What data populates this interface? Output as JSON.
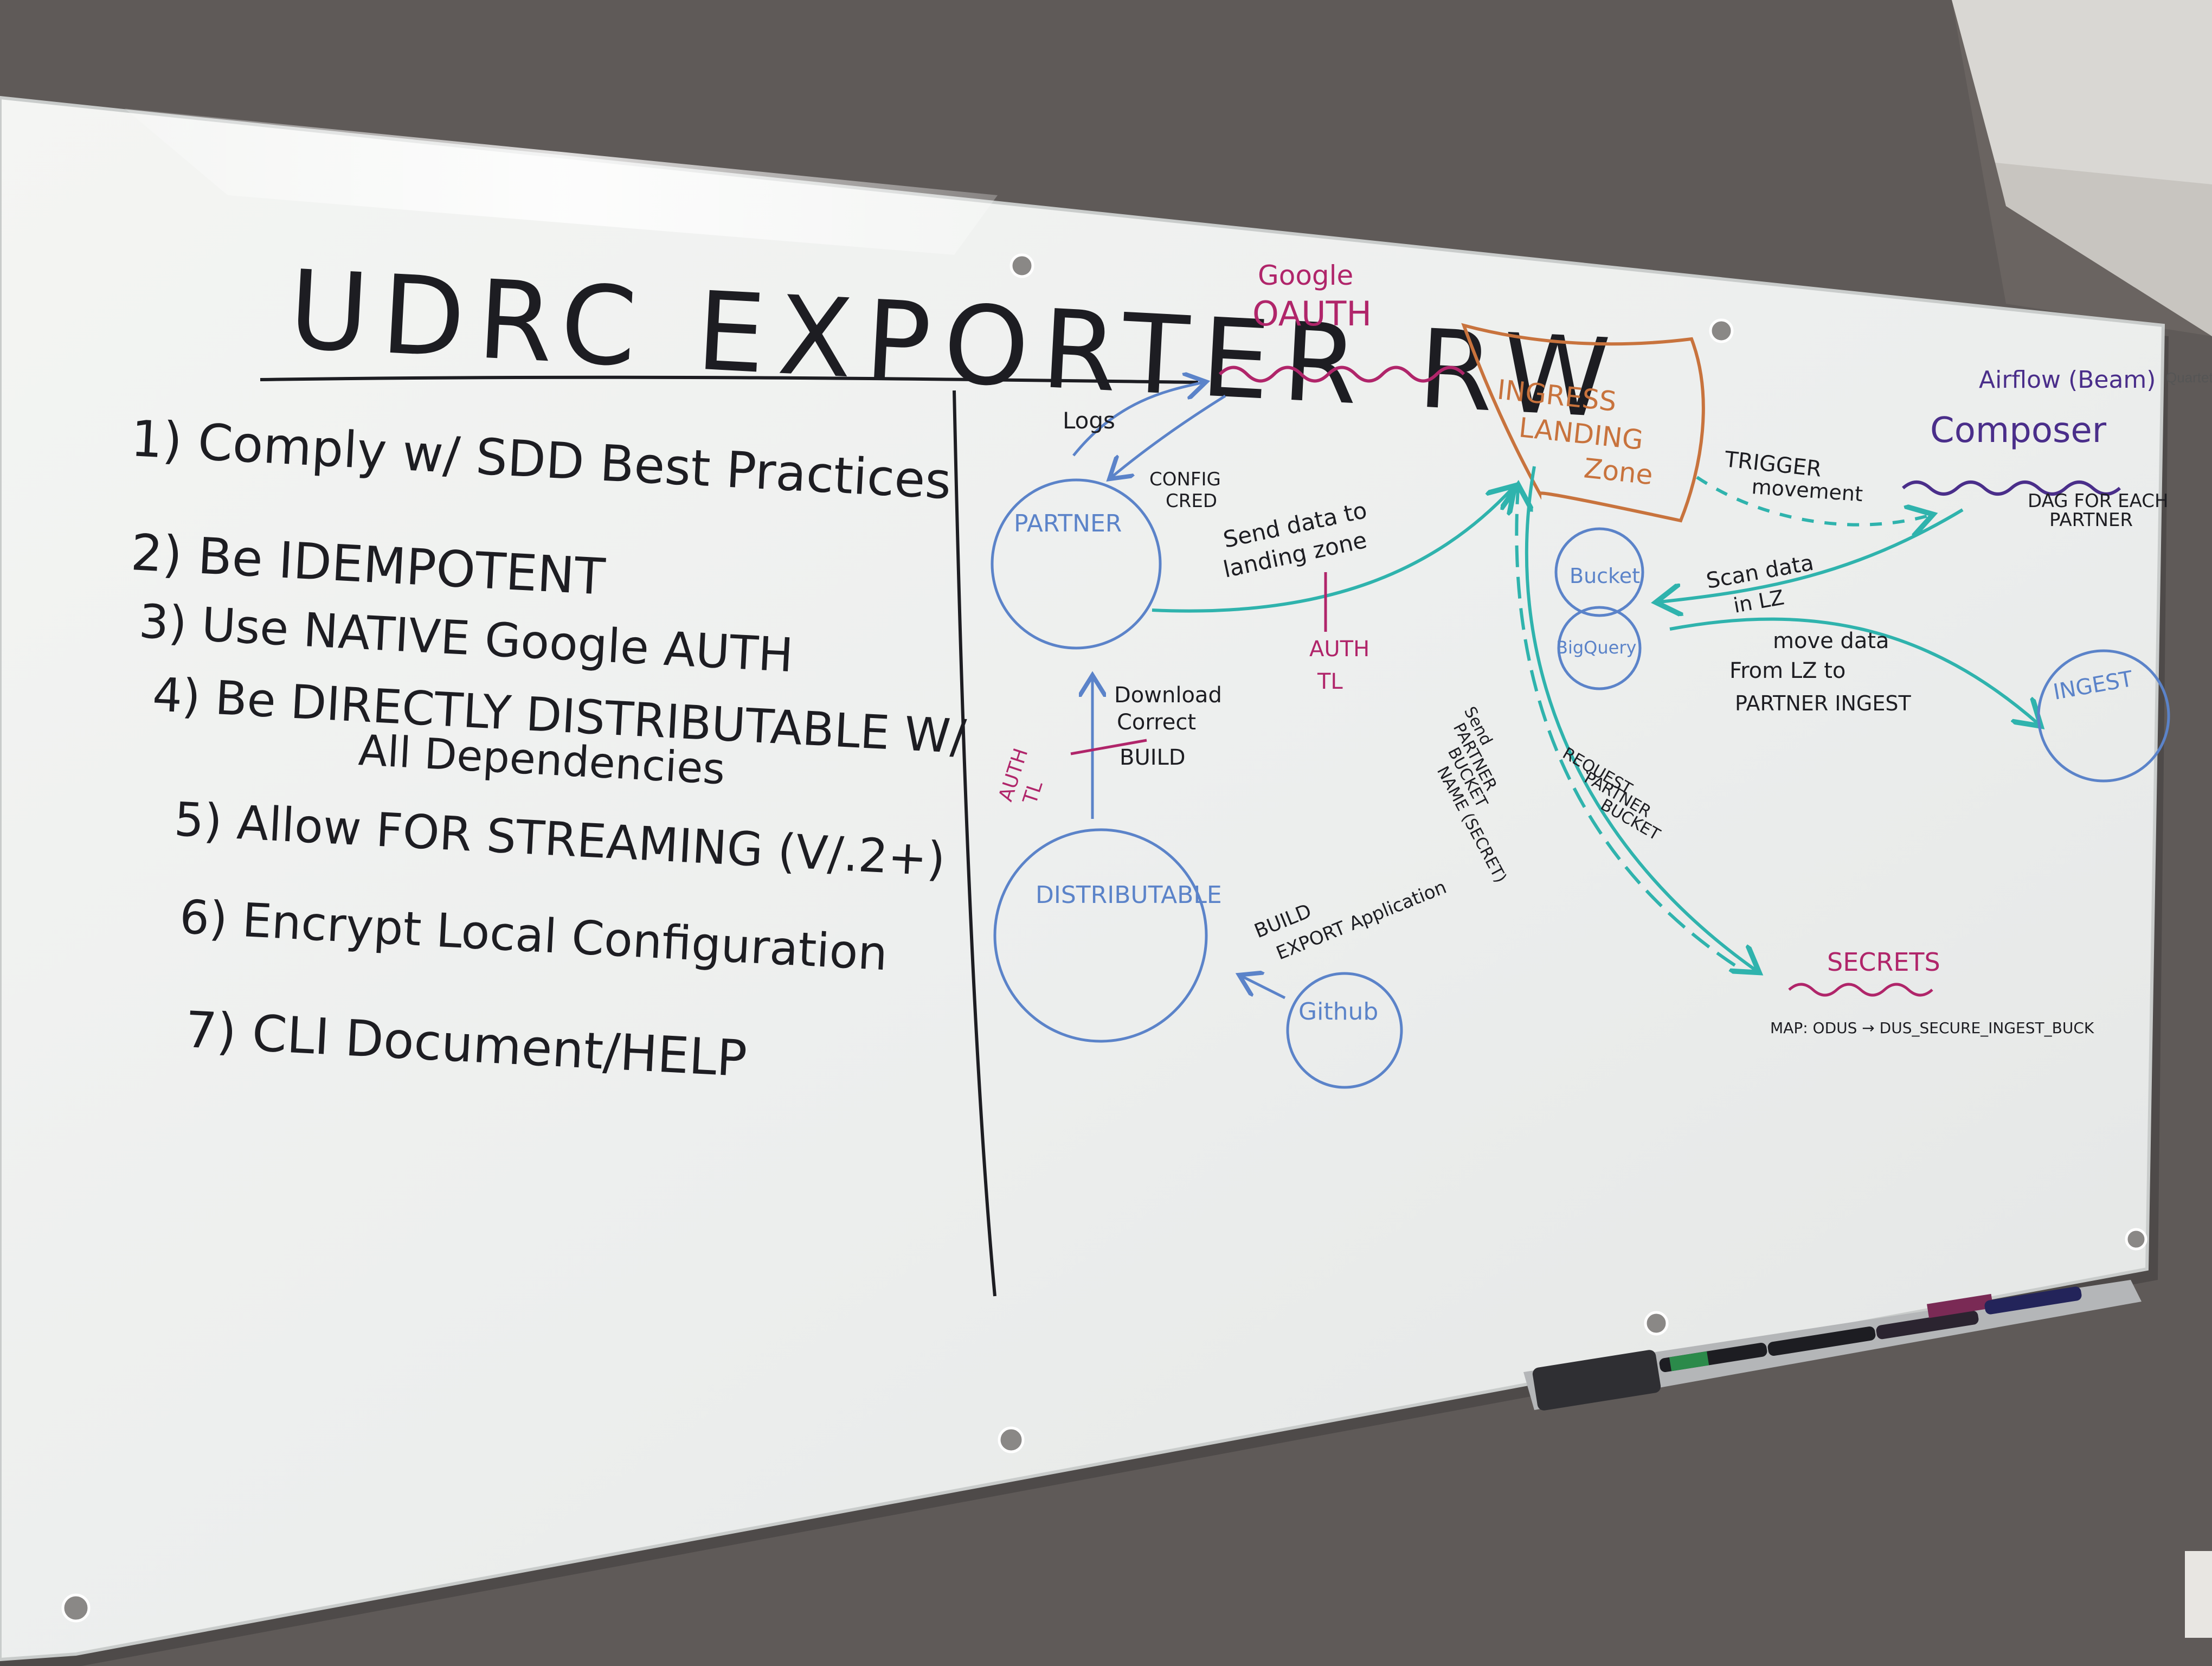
{
  "whiteboard": {
    "title": "UDRC EXPORTER RW",
    "requirements": [
      "1) Comply w/ SDD Best Practices",
      "2) Be IDEMPOTENT",
      "3) Use NATIVE Google AUTH",
      "4) Be DIRECTLY DISTRIBUTABLE W/",
      "All Dependencies",
      "5) Allow FOR STREAMING (V/.2+)",
      "6) Encrypt Local Configuration",
      "7) CLI Document/HELP"
    ],
    "diagram": {
      "google_oauth": [
        "Google",
        "OAUTH"
      ],
      "partner": "PARTNER",
      "logs": "Logs",
      "config_cred": [
        "CONFIG",
        "CRED"
      ],
      "send_data": [
        "Send data to",
        "landing zone"
      ],
      "auth_tl_1": [
        "AUTH",
        "TL"
      ],
      "distributable": "DISTRIBUTABLE",
      "download": [
        "Download",
        "Correct",
        "BUILD"
      ],
      "auth_tl_2": [
        "AUTH",
        "TL"
      ],
      "build_export": [
        "BUILD",
        "EXPORT Application"
      ],
      "github": "Github",
      "ingress": [
        "INGRESS",
        "LANDING",
        "Zone"
      ],
      "bucket": "Bucket",
      "bigquery": "BigQuery",
      "trigger": [
        "TRIGGER",
        "movement"
      ],
      "airflow": "Airflow (Beam)",
      "composer": "Composer",
      "dag": [
        "DAG FOR EACH",
        "PARTNER"
      ],
      "scan": [
        "Scan data",
        "in LZ"
      ],
      "move": [
        "move data",
        "From LZ to",
        "PARTNER INGEST"
      ],
      "ingest": "INGEST",
      "send_bucket": [
        "Send",
        "PARTNER",
        "BUCKET",
        "NAME (SECRET)"
      ],
      "request_bucket": [
        "REQUEST",
        "PARTNER",
        "BUCKET"
      ],
      "secrets": "SECRETS",
      "map": "MAP: ODUS → DUS_SECURE_INGEST_BUCK"
    }
  },
  "wall_label": "Quartet",
  "colors": {
    "wall": "#5f5a58",
    "board": "#eef0ee",
    "black_marker": "#1d1d22",
    "blue_marker": "#5b83c9",
    "teal_marker": "#2fb3ad",
    "magenta_marker": "#b0256a",
    "orange_marker": "#c8733d",
    "purple_marker": "#4a2e8a"
  }
}
